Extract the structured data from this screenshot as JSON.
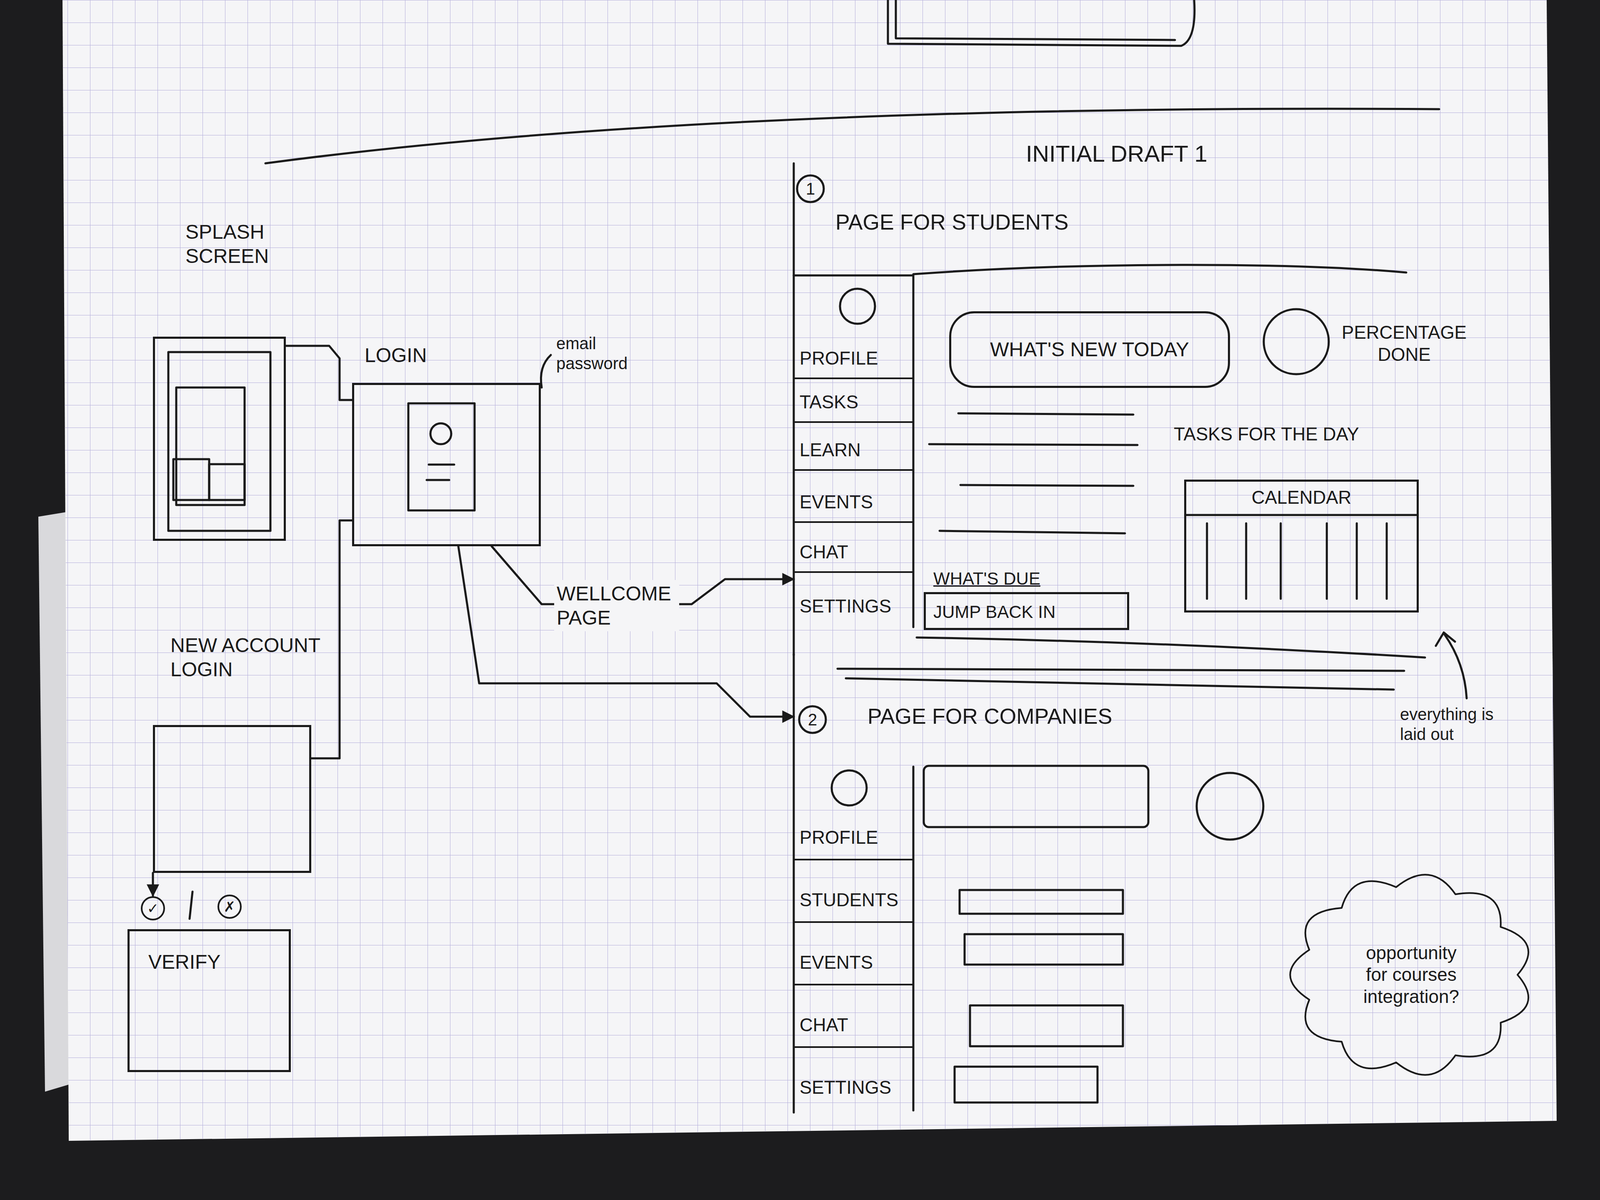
{
  "diagram": {
    "title": "INITIAL DRAFT 1",
    "nodes": [
      {
        "text": [
          "SPLASH SCREEN"
        ]
      },
      {
        "text": [
          "LOGIN"
        ]
      },
      {
        "text": [
          "NEW ACCOUNT LOGIN"
        ]
      },
      {
        "text": [
          "✓"
        ]
      },
      {
        "text": [
          "✗"
        ]
      },
      {
        "text": [
          "VERIFY"
        ]
      },
      {
        "text": [
          "PAGE FOR STUDENTS"
        ]
      },
      {
        "text": [
          "PROFILE"
        ],
        "in": 6
      },
      {
        "text": [
          "TASKS"
        ],
        "in": 6
      },
      {
        "text": [
          "LEARN"
        ],
        "in": 6
      },
      {
        "text": [
          "EVENTS"
        ],
        "in": 6
      },
      {
        "text": [
          "CHAT"
        ],
        "in": 6
      },
      {
        "text": [
          "SETTINGS"
        ],
        "in": 6
      },
      {
        "text": [
          "WHAT'S NEW TODAY"
        ],
        "in": 6
      },
      {
        "text": [
          "CALENDAR"
        ],
        "in": 6
      },
      {
        "text": [
          "WHAT'S DUE",
          "JUMP BACK IN"
        ],
        "in": 6
      },
      {
        "text": [
          "PAGE FOR COMPANIES"
        ]
      },
      {
        "text": [
          "PROFILE"
        ],
        "in": 16
      },
      {
        "text": [
          "STUDENTS"
        ],
        "in": 16
      },
      {
        "text": [
          "EVENTS"
        ],
        "in": 16
      },
      {
        "text": [
          "CHAT"
        ],
        "in": 16
      },
      {
        "text": [
          "SETTINGS"
        ],
        "in": 16
      },
      {
        "text": [
          "opportunity for courses integration?"
        ]
      }
    ],
    "edges": [
      {
        "from": 0,
        "to": 1,
        "arrow": "none"
      },
      {
        "from": 1,
        "to": 2,
        "arrow": "none"
      },
      {
        "from": 2,
        "to": 3,
        "arrow": "to"
      },
      {
        "from": 1,
        "to": 6,
        "label": "WELLCOME PAGE",
        "arrow": "to"
      },
      {
        "from": 1,
        "to": 16,
        "arrow": "to"
      }
    ],
    "labels": [
      "email password",
      "1",
      "PERCENTAGE DONE",
      "TASKS FOR THE DAY",
      "everything is laid out",
      "2"
    ]
  }
}
